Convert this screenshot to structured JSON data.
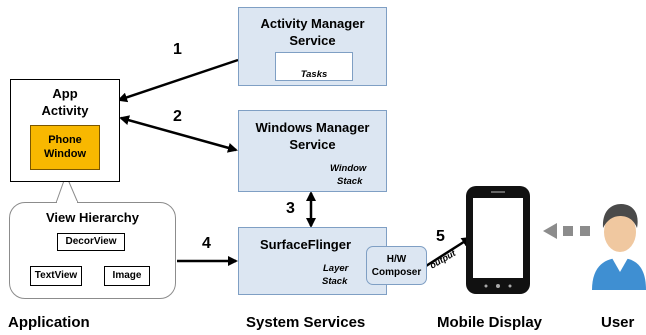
{
  "nodes": {
    "activity_manager": {
      "title_line1": "Activity Manager",
      "title_line2": "Service",
      "sub": "Tasks"
    },
    "app_activity": {
      "title_line1": "App",
      "title_line2": "Activity"
    },
    "phone_window": {
      "line1": "Phone",
      "line2": "Window"
    },
    "view_hierarchy": {
      "title": "View Hierarchy",
      "root": "DecorView",
      "child1": "TextView",
      "child2": "Image"
    },
    "windows_manager": {
      "title_line1": "Windows Manager",
      "title_line2": "Service",
      "sub_line1": "Window",
      "sub_line2": "Stack"
    },
    "surface_flinger": {
      "title": "SurfaceFlinger",
      "sub_line1": "Layer",
      "sub_line2": "Stack"
    },
    "hw_composer": {
      "line1": "H/W",
      "line2": "Composer"
    }
  },
  "edges": {
    "e1": "1",
    "e2": "2",
    "e3": "3",
    "e4": "4",
    "e5": "5",
    "output": "output"
  },
  "columns": {
    "application": "Application",
    "system_services": "System Services",
    "mobile_display": "Mobile Display",
    "user": "User"
  },
  "colors": {
    "service_fill": "#dce6f2",
    "service_border": "#7f9fc4",
    "window_fill": "#f8b800",
    "arrow_gray": "#8c8c8c"
  }
}
